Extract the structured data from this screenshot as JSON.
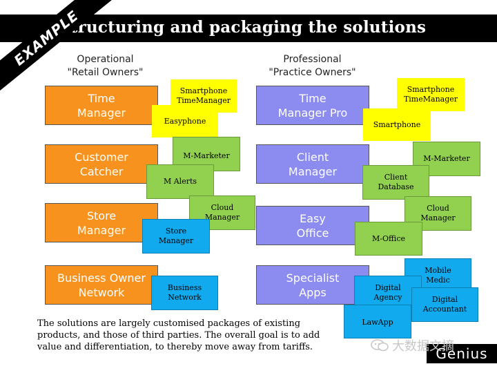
{
  "title": "Structuring and packaging the solutions",
  "ribbon_label": "EXAMPLE",
  "columns": {
    "left_heading": "Operational\n\"Retail Owners\"",
    "right_heading": "Professional\n\"Practice Owners\""
  },
  "left_boxes": [
    "Time\nManager",
    "Customer\nCatcher",
    "Store\nManager",
    "Business Owner\nNetwork"
  ],
  "right_boxes": [
    "Time\nManager Pro",
    "Client\nManager",
    "Easy\nOffice",
    "Specialist\nApps"
  ],
  "tags": {
    "l1a": "Smartphone\nTimeManager",
    "l1b": "Easyphone",
    "l2a": "M-Marketer",
    "l2b": "M Alerts",
    "l3a": "Cloud\nManager",
    "l3b": "Store\nManager",
    "l4a": "Business\nNetwork",
    "r1a": "Smartphone\nTimeManager",
    "r1b": "Smartphone",
    "r2a": "M-Marketer",
    "r2b": "Client\nDatabase",
    "r3a": "Cloud\nManager",
    "r3b": "M-Office",
    "r4a": "Mobile\nMedic",
    "r4b": "Digital\nAgency",
    "r4c": "Digital\nAccountant",
    "r4d": "LawApp"
  },
  "footnote": "The solutions are largely customised packages of existing products, and those of third parties. The overall goal is to add value and differentiation, to thereby move away from tariffs.",
  "logo_text": "Genius",
  "watermark_text": "大数据文摘",
  "colors": {
    "orange": "#f7921e",
    "purple": "#8b8bf0",
    "yellow": "#ffff00",
    "green": "#92d050",
    "blue": "#11aaee"
  }
}
